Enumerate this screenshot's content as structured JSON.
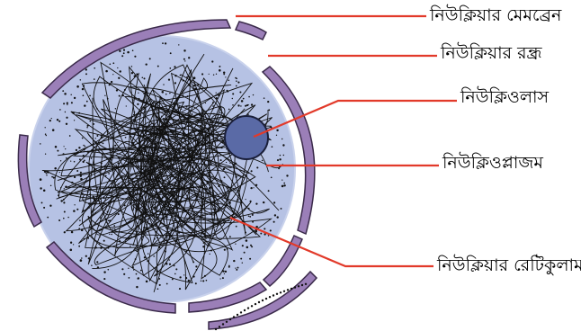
{
  "labels": {
    "nuclear_membrane": "নিউক্লিয়ার মেমব্রেন",
    "nuclear_pore": "নিউক্লিয়ার রন্ধ্র",
    "nucleolus": "নিউক্লিওলাস",
    "nucleoplasm": "নিউক্লিওপ্লাজম",
    "nuclear_reticulum": "নিউক্লিয়ার রেটিকুলাম"
  },
  "colors": {
    "membrane_fill": "#9b7fb8",
    "membrane_stroke": "#3a2a4a",
    "nucleoplasm": "#b6c2e4",
    "nucleolus": "#5a6aa6",
    "leader_lines": "#e23a2a",
    "chromatin": "#111111"
  }
}
